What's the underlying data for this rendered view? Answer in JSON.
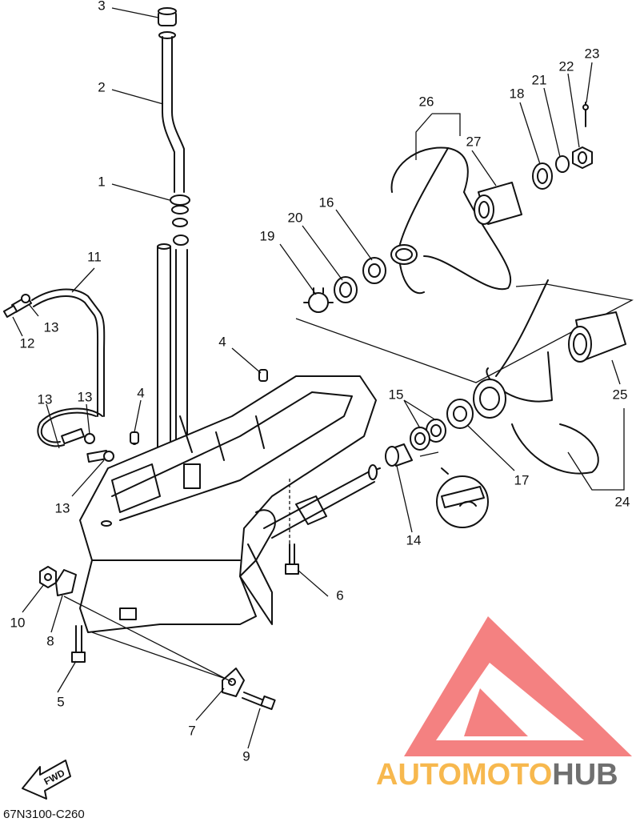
{
  "diagram_code": "67N3100-C260",
  "fwd_label": "FWD",
  "watermark": {
    "part1": "AUTO",
    "part2": "MOTO",
    "part3": "HUB",
    "color_red": "#f26b6b",
    "color_orange": "#f7b84e",
    "color_gray": "#6f6f6f"
  },
  "callouts": {
    "c1": "1",
    "c2": "2",
    "c3": "3",
    "c4a": "4",
    "c4b": "4",
    "c5": "5",
    "c6": "6",
    "c7": "7",
    "c8": "8",
    "c9": "9",
    "c10": "10",
    "c11": "11",
    "c12": "12",
    "c13a": "13",
    "c13b": "13",
    "c13c": "13",
    "c13d": "13",
    "c14": "14",
    "c15": "15",
    "c16": "16",
    "c17": "17",
    "c18": "18",
    "c19": "19",
    "c20": "20",
    "c21": "21",
    "c22": "22",
    "c23": "23",
    "c24": "24",
    "c25": "25",
    "c26": "26",
    "c27": "27"
  }
}
